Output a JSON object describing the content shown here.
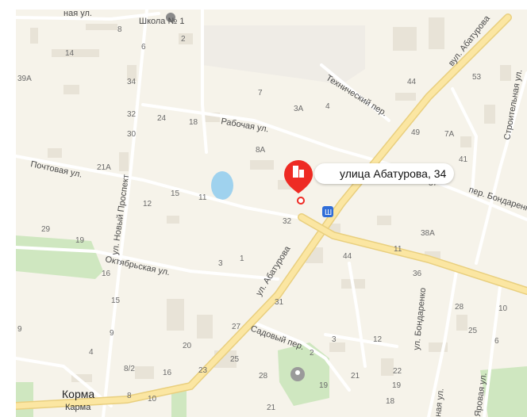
{
  "pin": {
    "label": "улица Абатурова, 34"
  },
  "streets": {
    "s1": "ная ул.",
    "s2": "Технический пер.",
    "s3": "Рабочая ул.",
    "s4": "Почтовая ул.",
    "s5": "ул. Новый Проспект",
    "s6": "Октябрьская ул.",
    "s7": "ул. Абатурова",
    "s8": "вул. Абатурова",
    "s9": "Строительная ул.",
    "s10": "пер. Бондаренко",
    "s11": "ул. Бондаренко",
    "s12": "Садовый пер.",
    "s13": "Яровая ул.",
    "s14": "ная ул."
  },
  "poi": {
    "school": "Школа № 1"
  },
  "places": {
    "korma_big": "Корма",
    "korma_small": "Карма"
  },
  "houses": {
    "h1": "8",
    "h2": "2",
    "h3": "6",
    "h4": "14",
    "h5": "39А",
    "h6": "34",
    "h7": "7",
    "h8": "3А",
    "h9": "4",
    "h10": "44",
    "h11": "53",
    "h12": "32",
    "h13": "24",
    "h14": "18",
    "h15": "49",
    "h16": "7А",
    "h17": "30",
    "h18": "8А",
    "h19": "21А",
    "h20": "41",
    "h21": "37",
    "h22": "15",
    "h23": "11",
    "h24": "12",
    "h25": "32",
    "h26": "29",
    "h27": "19",
    "h28": "38А",
    "h29": "11",
    "h30": "44",
    "h31": "16",
    "h32": "3",
    "h33": "1",
    "h34": "36",
    "h35": "15",
    "h36": "31",
    "h37": "28",
    "h38": "10",
    "h39": "9",
    "h40": "27",
    "h41": "25",
    "h42": "9",
    "h43": "4",
    "h44": "20",
    "h45": "12",
    "h46": "3",
    "h47": "2",
    "h48": "25",
    "h49": "6",
    "h50": "22",
    "h51": "8/2",
    "h52": "16",
    "h53": "23",
    "h54": "28",
    "h55": "21",
    "h56": "19",
    "h57": "19",
    "h58": "8",
    "h59": "10",
    "h60": "21",
    "h61": "18"
  }
}
